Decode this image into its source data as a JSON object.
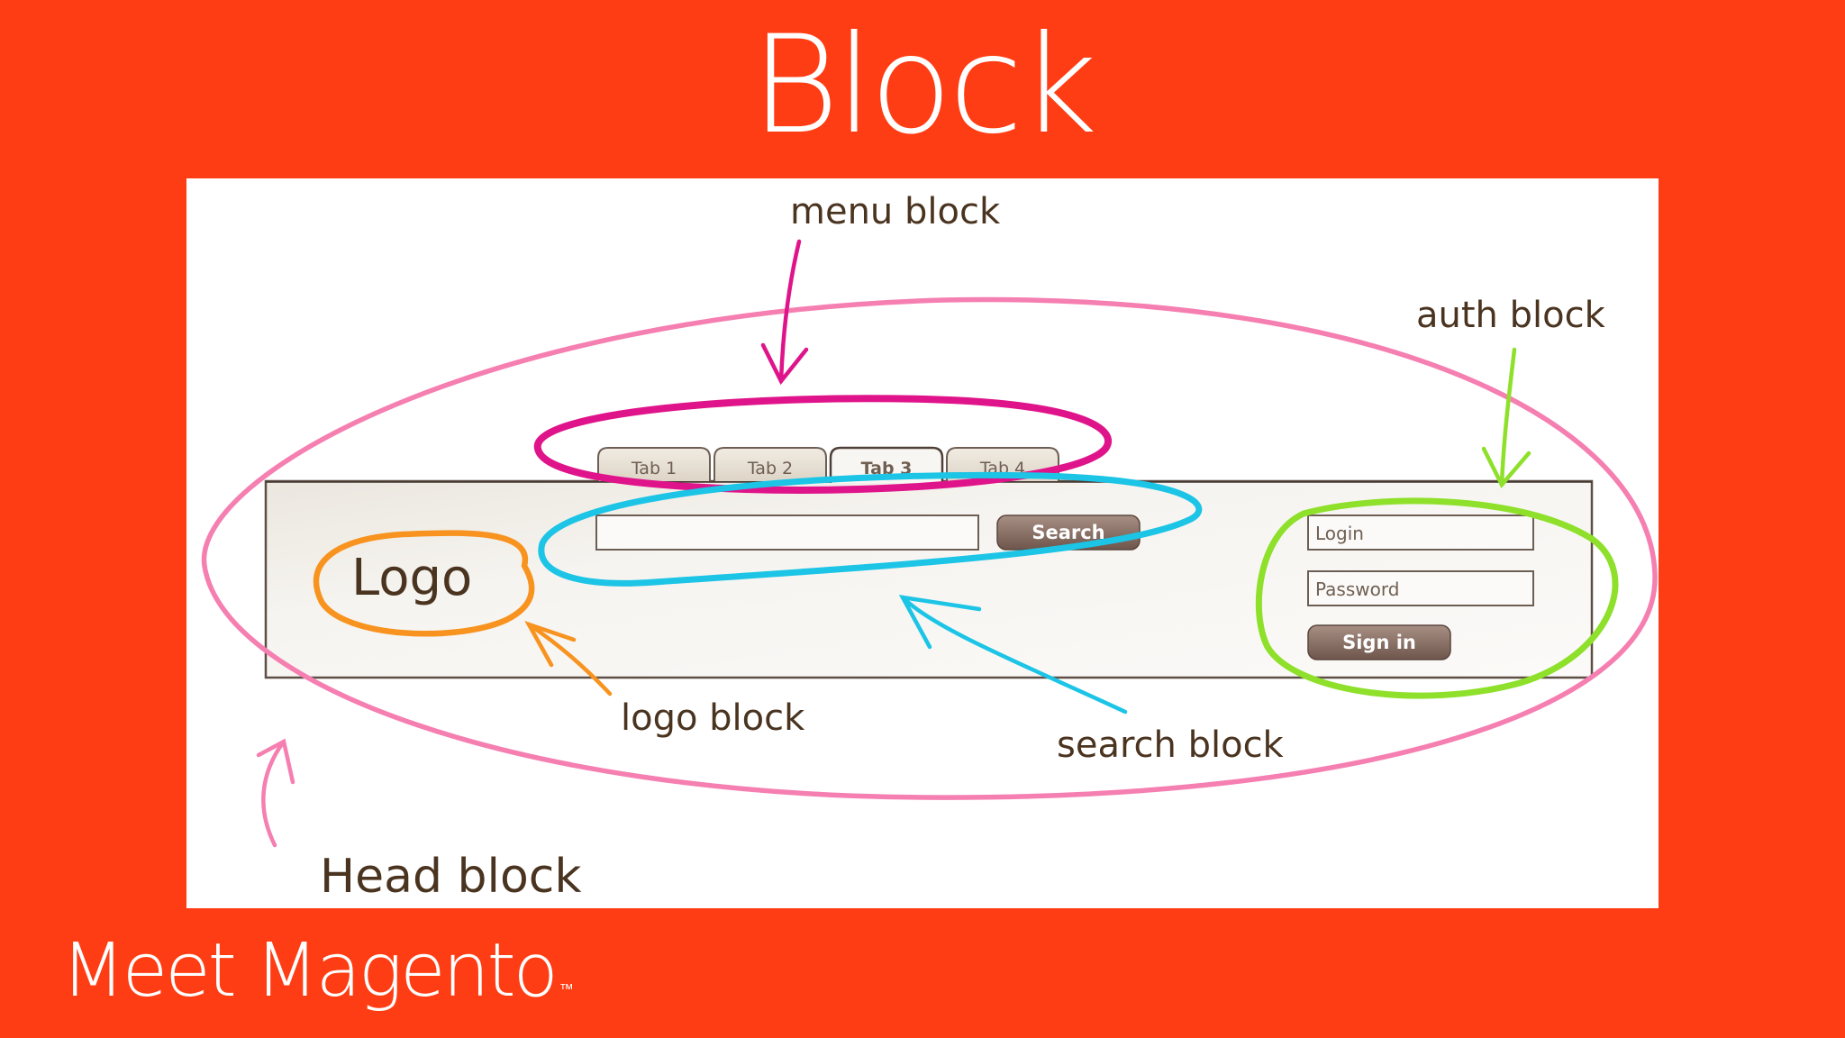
{
  "slide": {
    "title": "Block",
    "brand": "Meet Magento",
    "trademark": "™"
  },
  "diagram": {
    "tabs": [
      "Tab 1",
      "Tab 2",
      "Tab 3",
      "Tab 4"
    ],
    "logo_text": "Logo",
    "search_button_label": "Search",
    "login_placeholder": "Login",
    "password_placeholder": "Password",
    "sign_in_label": "Sign in",
    "annotations": {
      "menu": "menu block",
      "auth": "auth block",
      "logo": "logo block",
      "search": "search block",
      "head": "Head block"
    }
  },
  "colors": {
    "background": "#ff3d14",
    "head_ring": "#f57fb0",
    "menu_ring": "#e0148a",
    "search_ring": "#1cc4e6",
    "logo_ring": "#f7931e",
    "auth_ring": "#8ee02a",
    "handwriting": "#4a3420",
    "button": "#8a6e62"
  }
}
